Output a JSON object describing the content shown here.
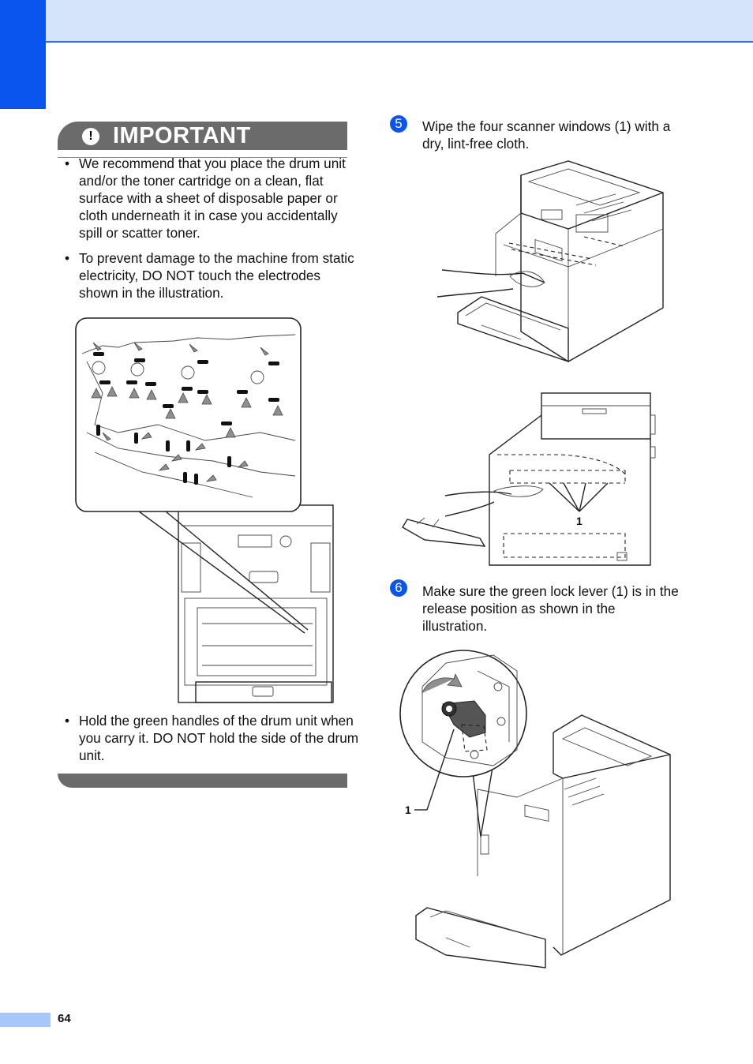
{
  "important": {
    "icon": "!",
    "title": "IMPORTANT",
    "bullets": [
      "We recommend that you place the drum unit and/or the toner cartridge on a clean, flat surface with a sheet of disposable paper or cloth underneath it in case you accidentally spill or scatter toner.",
      "To prevent damage to the machine from static electricity, DO NOT touch the electrodes shown in the illustration.",
      "Hold the green handles of the drum unit when you carry it. DO NOT hold the side of the drum unit."
    ]
  },
  "steps": [
    {
      "number": "5",
      "text": "Wipe the four scanner windows (1) with a dry, lint-free cloth."
    },
    {
      "number": "6",
      "text": "Make sure the green lock lever (1) is in the release position as shown in the illustration."
    }
  ],
  "callouts": {
    "scanner": "1",
    "lever": "1"
  },
  "footer": {
    "page_number": "64"
  },
  "colors": {
    "accent": "#0a55ee",
    "band": "#d6e4fb",
    "important_bar": "#6b6b6b"
  }
}
